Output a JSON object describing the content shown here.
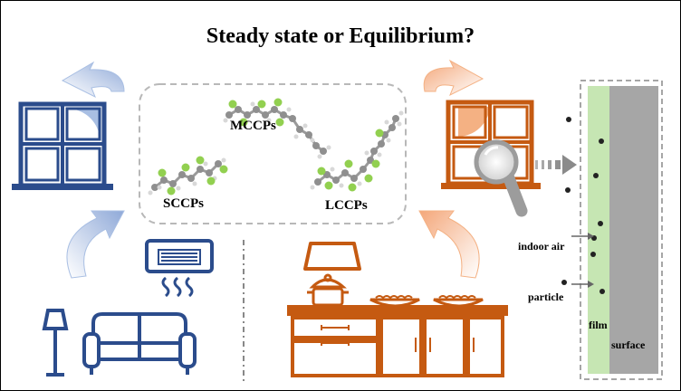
{
  "title": "Steady state or Equilibrium?",
  "molecules": {
    "sccp": "SCCPs",
    "mccp": "MCCPs",
    "lccp": "LCCPs"
  },
  "panel": {
    "indoor_air": "indoor air",
    "particle": "particle",
    "film": "film",
    "surface": "surface"
  },
  "colors": {
    "blue": "#2b4c8c",
    "blue_light": "#a9bfe3",
    "orange": "#c55a11",
    "orange_light": "#f4b183",
    "film_green": "#c6e6b3",
    "surface_gray": "#a6a6a6",
    "chlorine_green": "#92d050"
  }
}
